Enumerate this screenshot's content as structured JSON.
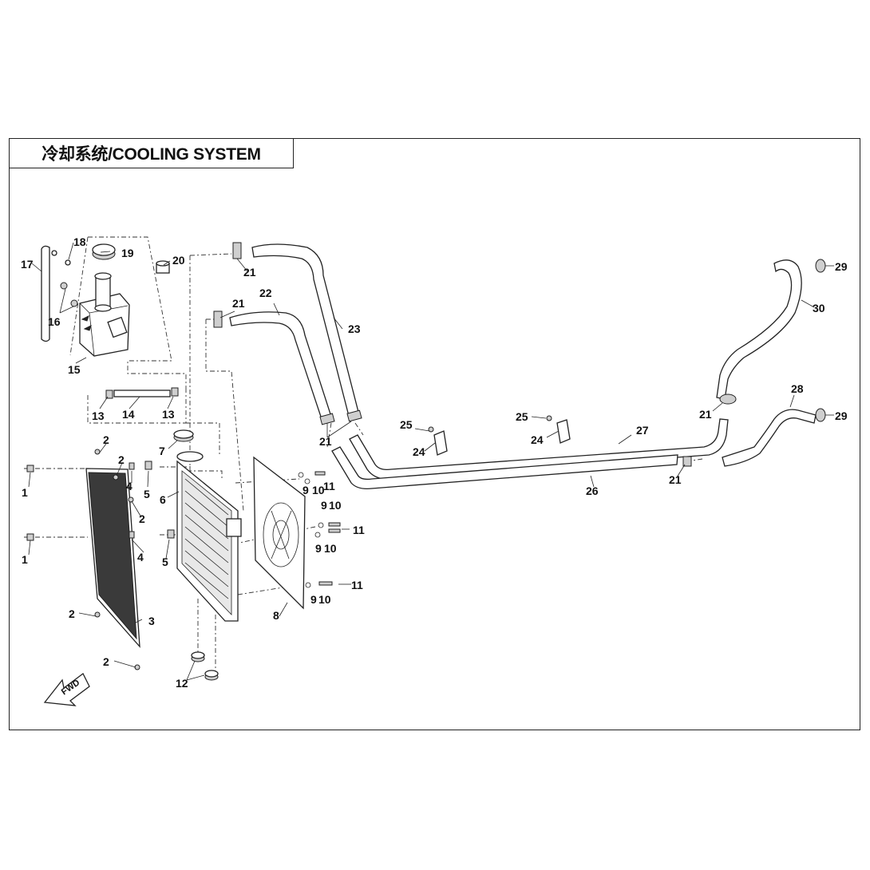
{
  "title": "冷却系统/COOLING SYSTEM",
  "fwd_label": "FWD",
  "callouts": [
    {
      "id": "c1a",
      "text": "1"
    },
    {
      "id": "c1b",
      "text": "1"
    },
    {
      "id": "c2a",
      "text": "2"
    },
    {
      "id": "c2b",
      "text": "2"
    },
    {
      "id": "c2c",
      "text": "2"
    },
    {
      "id": "c2d",
      "text": "2"
    },
    {
      "id": "c2e",
      "text": "2"
    },
    {
      "id": "c3",
      "text": "3"
    },
    {
      "id": "c4a",
      "text": "4"
    },
    {
      "id": "c4b",
      "text": "4"
    },
    {
      "id": "c5a",
      "text": "5"
    },
    {
      "id": "c5b",
      "text": "5"
    },
    {
      "id": "c6",
      "text": "6"
    },
    {
      "id": "c7",
      "text": "7"
    },
    {
      "id": "c8",
      "text": "8"
    },
    {
      "id": "c9a",
      "text": "9"
    },
    {
      "id": "c9b",
      "text": "9"
    },
    {
      "id": "c9c",
      "text": "9"
    },
    {
      "id": "c9d",
      "text": "9"
    },
    {
      "id": "c10a",
      "text": "10"
    },
    {
      "id": "c10b",
      "text": "10"
    },
    {
      "id": "c10c",
      "text": "10"
    },
    {
      "id": "c10d",
      "text": "10"
    },
    {
      "id": "c11a",
      "text": "11"
    },
    {
      "id": "c11b",
      "text": "11"
    },
    {
      "id": "c11c",
      "text": "11"
    },
    {
      "id": "c12",
      "text": "12"
    },
    {
      "id": "c13a",
      "text": "13"
    },
    {
      "id": "c13b",
      "text": "13"
    },
    {
      "id": "c14",
      "text": "14"
    },
    {
      "id": "c15",
      "text": "15"
    },
    {
      "id": "c16",
      "text": "16"
    },
    {
      "id": "c17",
      "text": "17"
    },
    {
      "id": "c18",
      "text": "18"
    },
    {
      "id": "c19",
      "text": "19"
    },
    {
      "id": "c20",
      "text": "20"
    },
    {
      "id": "c21a",
      "text": "21"
    },
    {
      "id": "c21b",
      "text": "21"
    },
    {
      "id": "c21c",
      "text": "21"
    },
    {
      "id": "c21d",
      "text": "21"
    },
    {
      "id": "c21e",
      "text": "21"
    },
    {
      "id": "c22",
      "text": "22"
    },
    {
      "id": "c23",
      "text": "23"
    },
    {
      "id": "c24a",
      "text": "24"
    },
    {
      "id": "c24b",
      "text": "24"
    },
    {
      "id": "c25a",
      "text": "25"
    },
    {
      "id": "c25b",
      "text": "25"
    },
    {
      "id": "c26",
      "text": "26"
    },
    {
      "id": "c27",
      "text": "27"
    },
    {
      "id": "c28",
      "text": "28"
    },
    {
      "id": "c29a",
      "text": "29"
    },
    {
      "id": "c29b",
      "text": "29"
    },
    {
      "id": "c30",
      "text": "30"
    }
  ]
}
